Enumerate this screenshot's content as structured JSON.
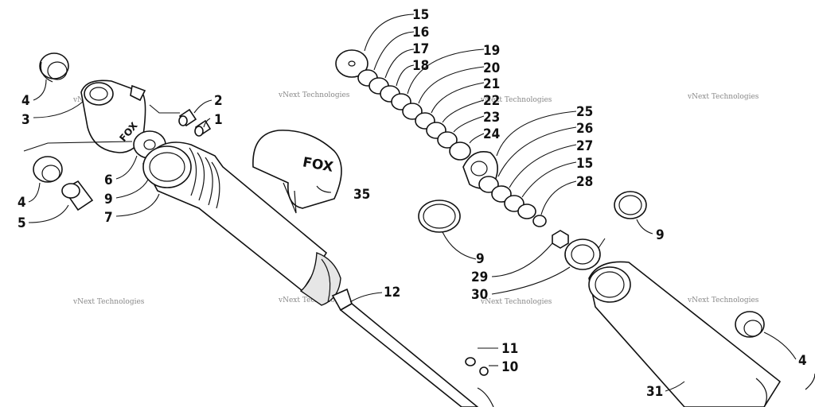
{
  "watermark": "vNext Technologies",
  "callouts": {
    "c1": "1",
    "c2": "2",
    "c3": "3",
    "c4a": "4",
    "c4b": "4",
    "c4c": "4",
    "c5": "5",
    "c6": "6",
    "c7": "7",
    "c9a": "9",
    "c9b": "9",
    "c9c": "9",
    "c10": "10",
    "c11": "11",
    "c12": "12",
    "c15a": "15",
    "c15b": "15",
    "c16": "16",
    "c17": "17",
    "c18": "18",
    "c19": "19",
    "c20": "20",
    "c21": "21",
    "c22": "22",
    "c23": "23",
    "c24": "24",
    "c25": "25",
    "c26": "26",
    "c27": "27",
    "c28": "28",
    "c29": "29",
    "c30": "30",
    "c31": "31",
    "c35": "35"
  },
  "brand_logo": "FOX"
}
